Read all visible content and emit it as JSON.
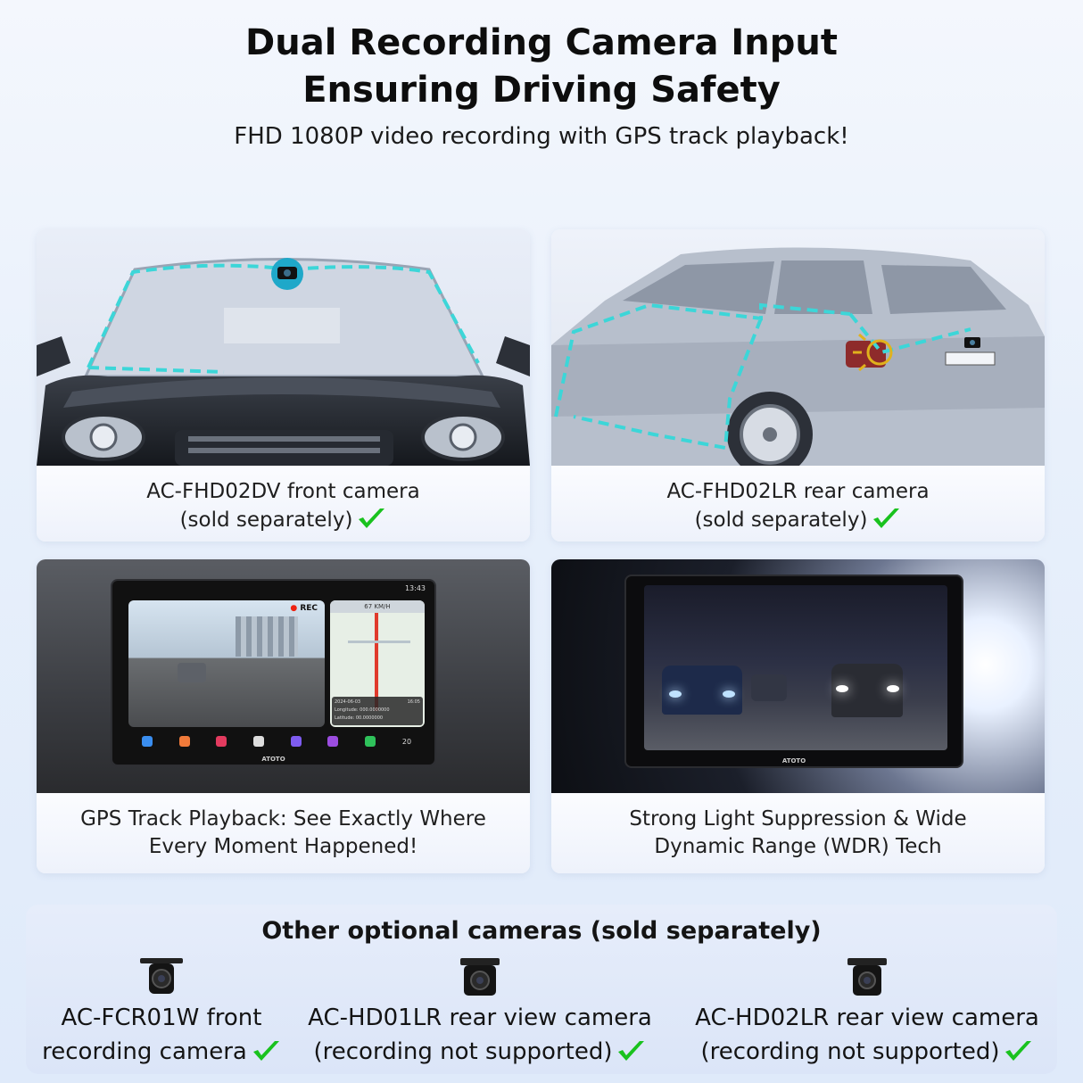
{
  "header": {
    "title_line1": "Dual Recording Camera Input",
    "title_line2": "Ensuring Driving Safety",
    "subtitle": "FHD 1080P video recording with GPS track playback!"
  },
  "cards": [
    {
      "line1": "AC-FHD02DV front camera",
      "line2": "(sold separately)",
      "check": true
    },
    {
      "line1": "AC-FHD02LR rear camera",
      "line2": "(sold separately)",
      "check": true
    },
    {
      "line1": "GPS Track Playback: See Exactly Where",
      "line2": "Every Moment Happened!",
      "check": false,
      "screen": {
        "rec": "REC",
        "speed": "67 KM/H",
        "time": "13:43",
        "brand": "ATOTO",
        "volume": "20",
        "date": "2024-06-03",
        "time2": "16:05",
        "longitude": "Longitude: 000.0000000",
        "latitude": "Latitude: 00.0000000"
      }
    },
    {
      "line1": "Strong Light Suppression & Wide",
      "line2": "Dynamic Range (WDR) Tech",
      "check": false,
      "screen": {
        "brand": "ATOTO"
      }
    }
  ],
  "optional": {
    "title": "Other optional cameras (sold separately)",
    "items": [
      {
        "line1": "AC-FCR01W front",
        "line2": "recording camera",
        "icon": "camera-icon"
      },
      {
        "line1": "AC-HD01LR rear view camera",
        "line2": "(recording not supported)",
        "icon": "camera-icon"
      },
      {
        "line1": "AC-HD02LR rear view camera",
        "line2": "(recording not supported)",
        "icon": "camera-icon"
      }
    ]
  },
  "colors": {
    "accent_line": "#3cd6d8",
    "check_green": "#19c21e",
    "caption_bg": "#f3f6fd"
  }
}
